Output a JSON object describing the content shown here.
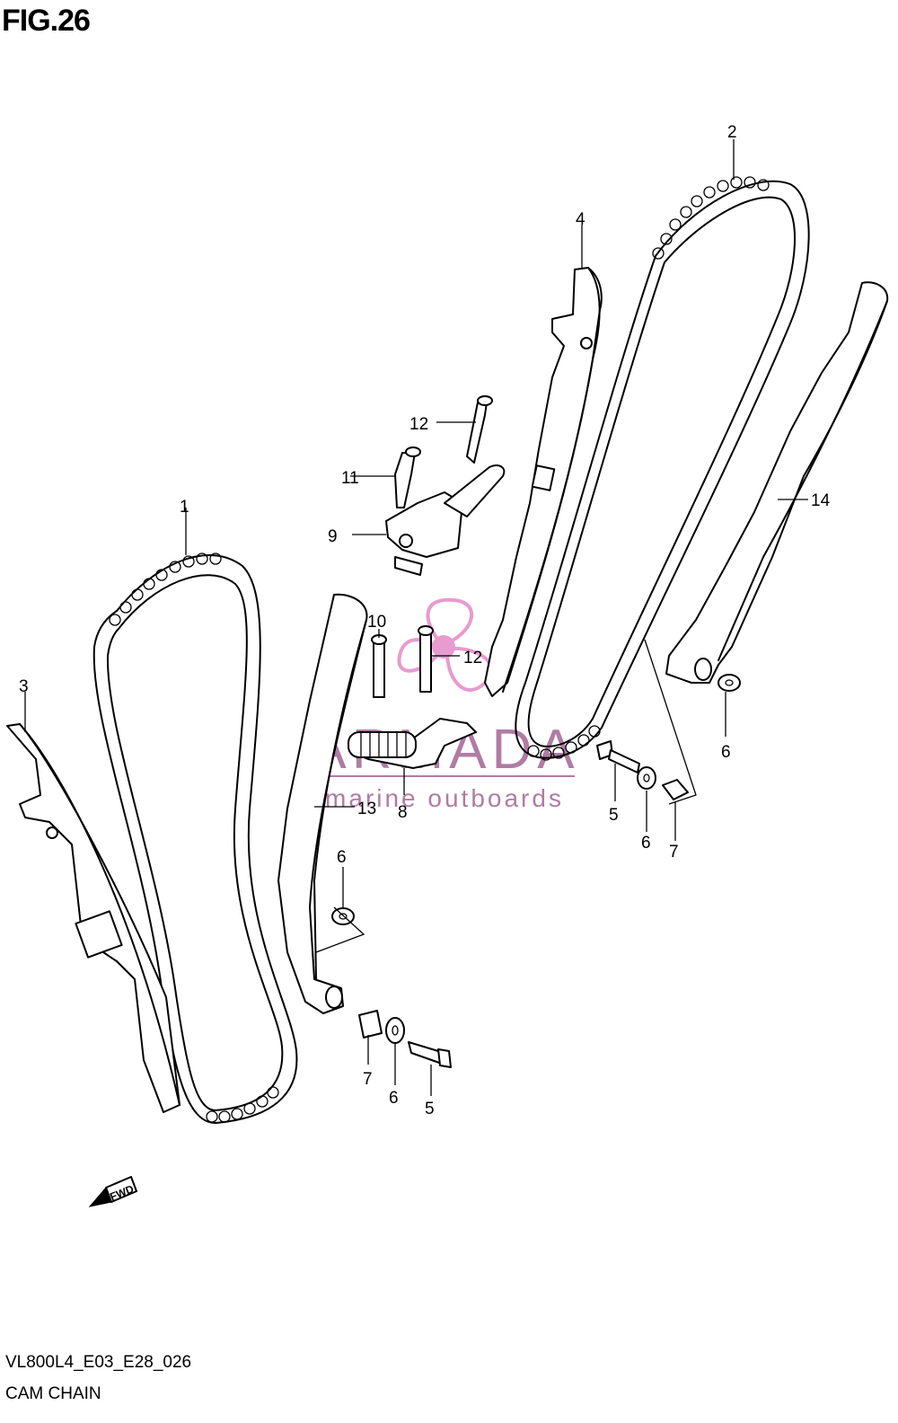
{
  "header": {
    "figure_title": "FIG.26"
  },
  "footer": {
    "drawing_code": "VL800L4_E03_E28_026",
    "section_name": "CAM CHAIN"
  },
  "watermark": {
    "brand": "ARMADA",
    "tagline": "marine outboards",
    "color": "#b07ca4",
    "accent": "#e79bcf"
  },
  "direction_label": "FWD",
  "callouts": [
    {
      "id": "c1",
      "label": "1"
    },
    {
      "id": "c2",
      "label": "2"
    },
    {
      "id": "c3",
      "label": "3"
    },
    {
      "id": "c4",
      "label": "4"
    },
    {
      "id": "c5a",
      "label": "5"
    },
    {
      "id": "c5b",
      "label": "5"
    },
    {
      "id": "c6a",
      "label": "6"
    },
    {
      "id": "c6b",
      "label": "6"
    },
    {
      "id": "c6c",
      "label": "6"
    },
    {
      "id": "c6d",
      "label": "6"
    },
    {
      "id": "c7a",
      "label": "7"
    },
    {
      "id": "c7b",
      "label": "7"
    },
    {
      "id": "c8",
      "label": "8"
    },
    {
      "id": "c9",
      "label": "9"
    },
    {
      "id": "c10",
      "label": "10"
    },
    {
      "id": "c11",
      "label": "11"
    },
    {
      "id": "c12a",
      "label": "12"
    },
    {
      "id": "c12b",
      "label": "12"
    },
    {
      "id": "c13",
      "label": "13"
    },
    {
      "id": "c14",
      "label": "14"
    }
  ]
}
